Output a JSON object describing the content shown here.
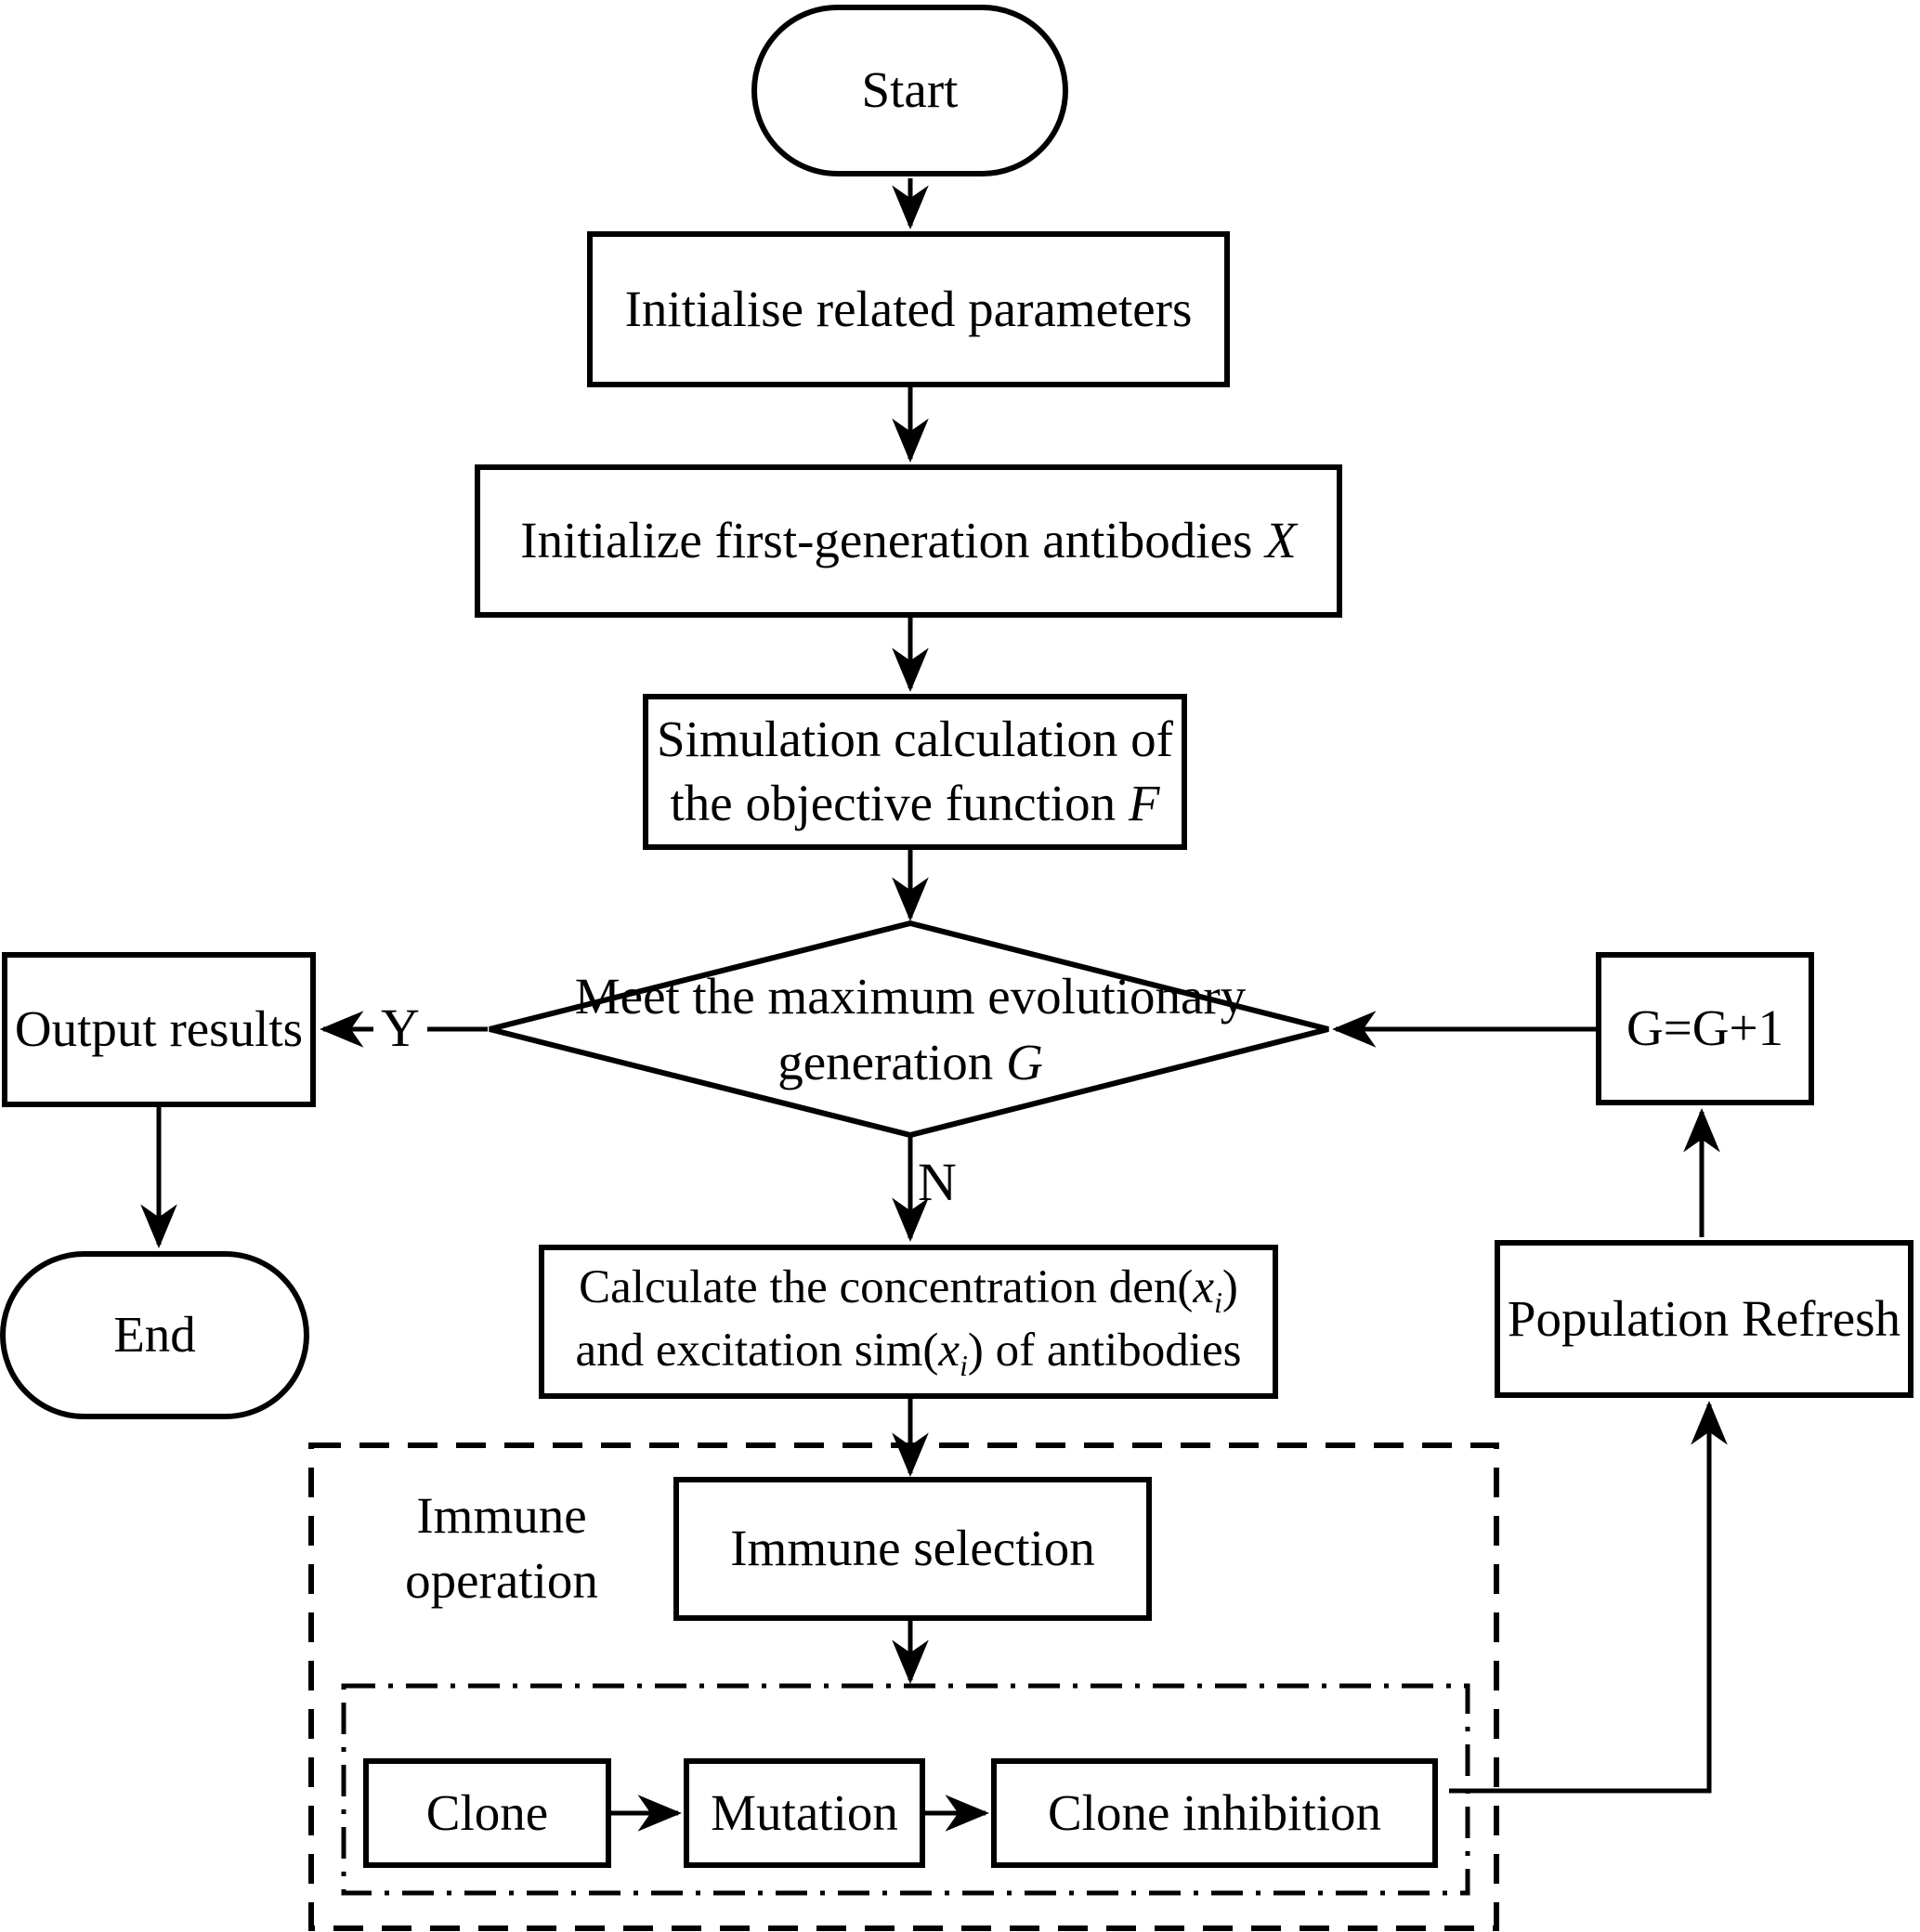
{
  "page": {
    "background": "#ffffff",
    "line_color": "#000000"
  },
  "nodes": {
    "start": {
      "label": "Start"
    },
    "init_params": {
      "label": "Initialise related parameters"
    },
    "init_antibodies": {
      "pre": "Initialize first-generation antibodies ",
      "var": "X"
    },
    "simulation": {
      "line1": "Simulation calculation of",
      "line2_pre": "the objective function ",
      "line2_var": "F"
    },
    "decision": {
      "line1": "Meet the maximum evolutionary",
      "line2_pre": "generation ",
      "line2_var": "G"
    },
    "output_results": {
      "label": "Output results"
    },
    "end": {
      "label": "End"
    },
    "g_increment": {
      "label": "G=G+1"
    },
    "population_refresh": {
      "label": "Population Refresh"
    },
    "calc_concentration": {
      "line1_pre": "Calculate the concentration den(",
      "line1_var": "x",
      "line1_sub": "i",
      "line1_post": ")",
      "line2_pre": "and excitation sim(",
      "line2_var": "x",
      "line2_sub": "i",
      "line2_post": ") of antibodies"
    },
    "immune_operation": {
      "line1": "Immune",
      "line2": "operation"
    },
    "immune_selection": {
      "label": "Immune selection"
    },
    "clone": {
      "label": "Clone"
    },
    "mutation": {
      "label": "Mutation"
    },
    "clone_inhibition": {
      "label": "Clone inhibition"
    }
  },
  "edge_labels": {
    "yes": "Y",
    "no": "N"
  }
}
